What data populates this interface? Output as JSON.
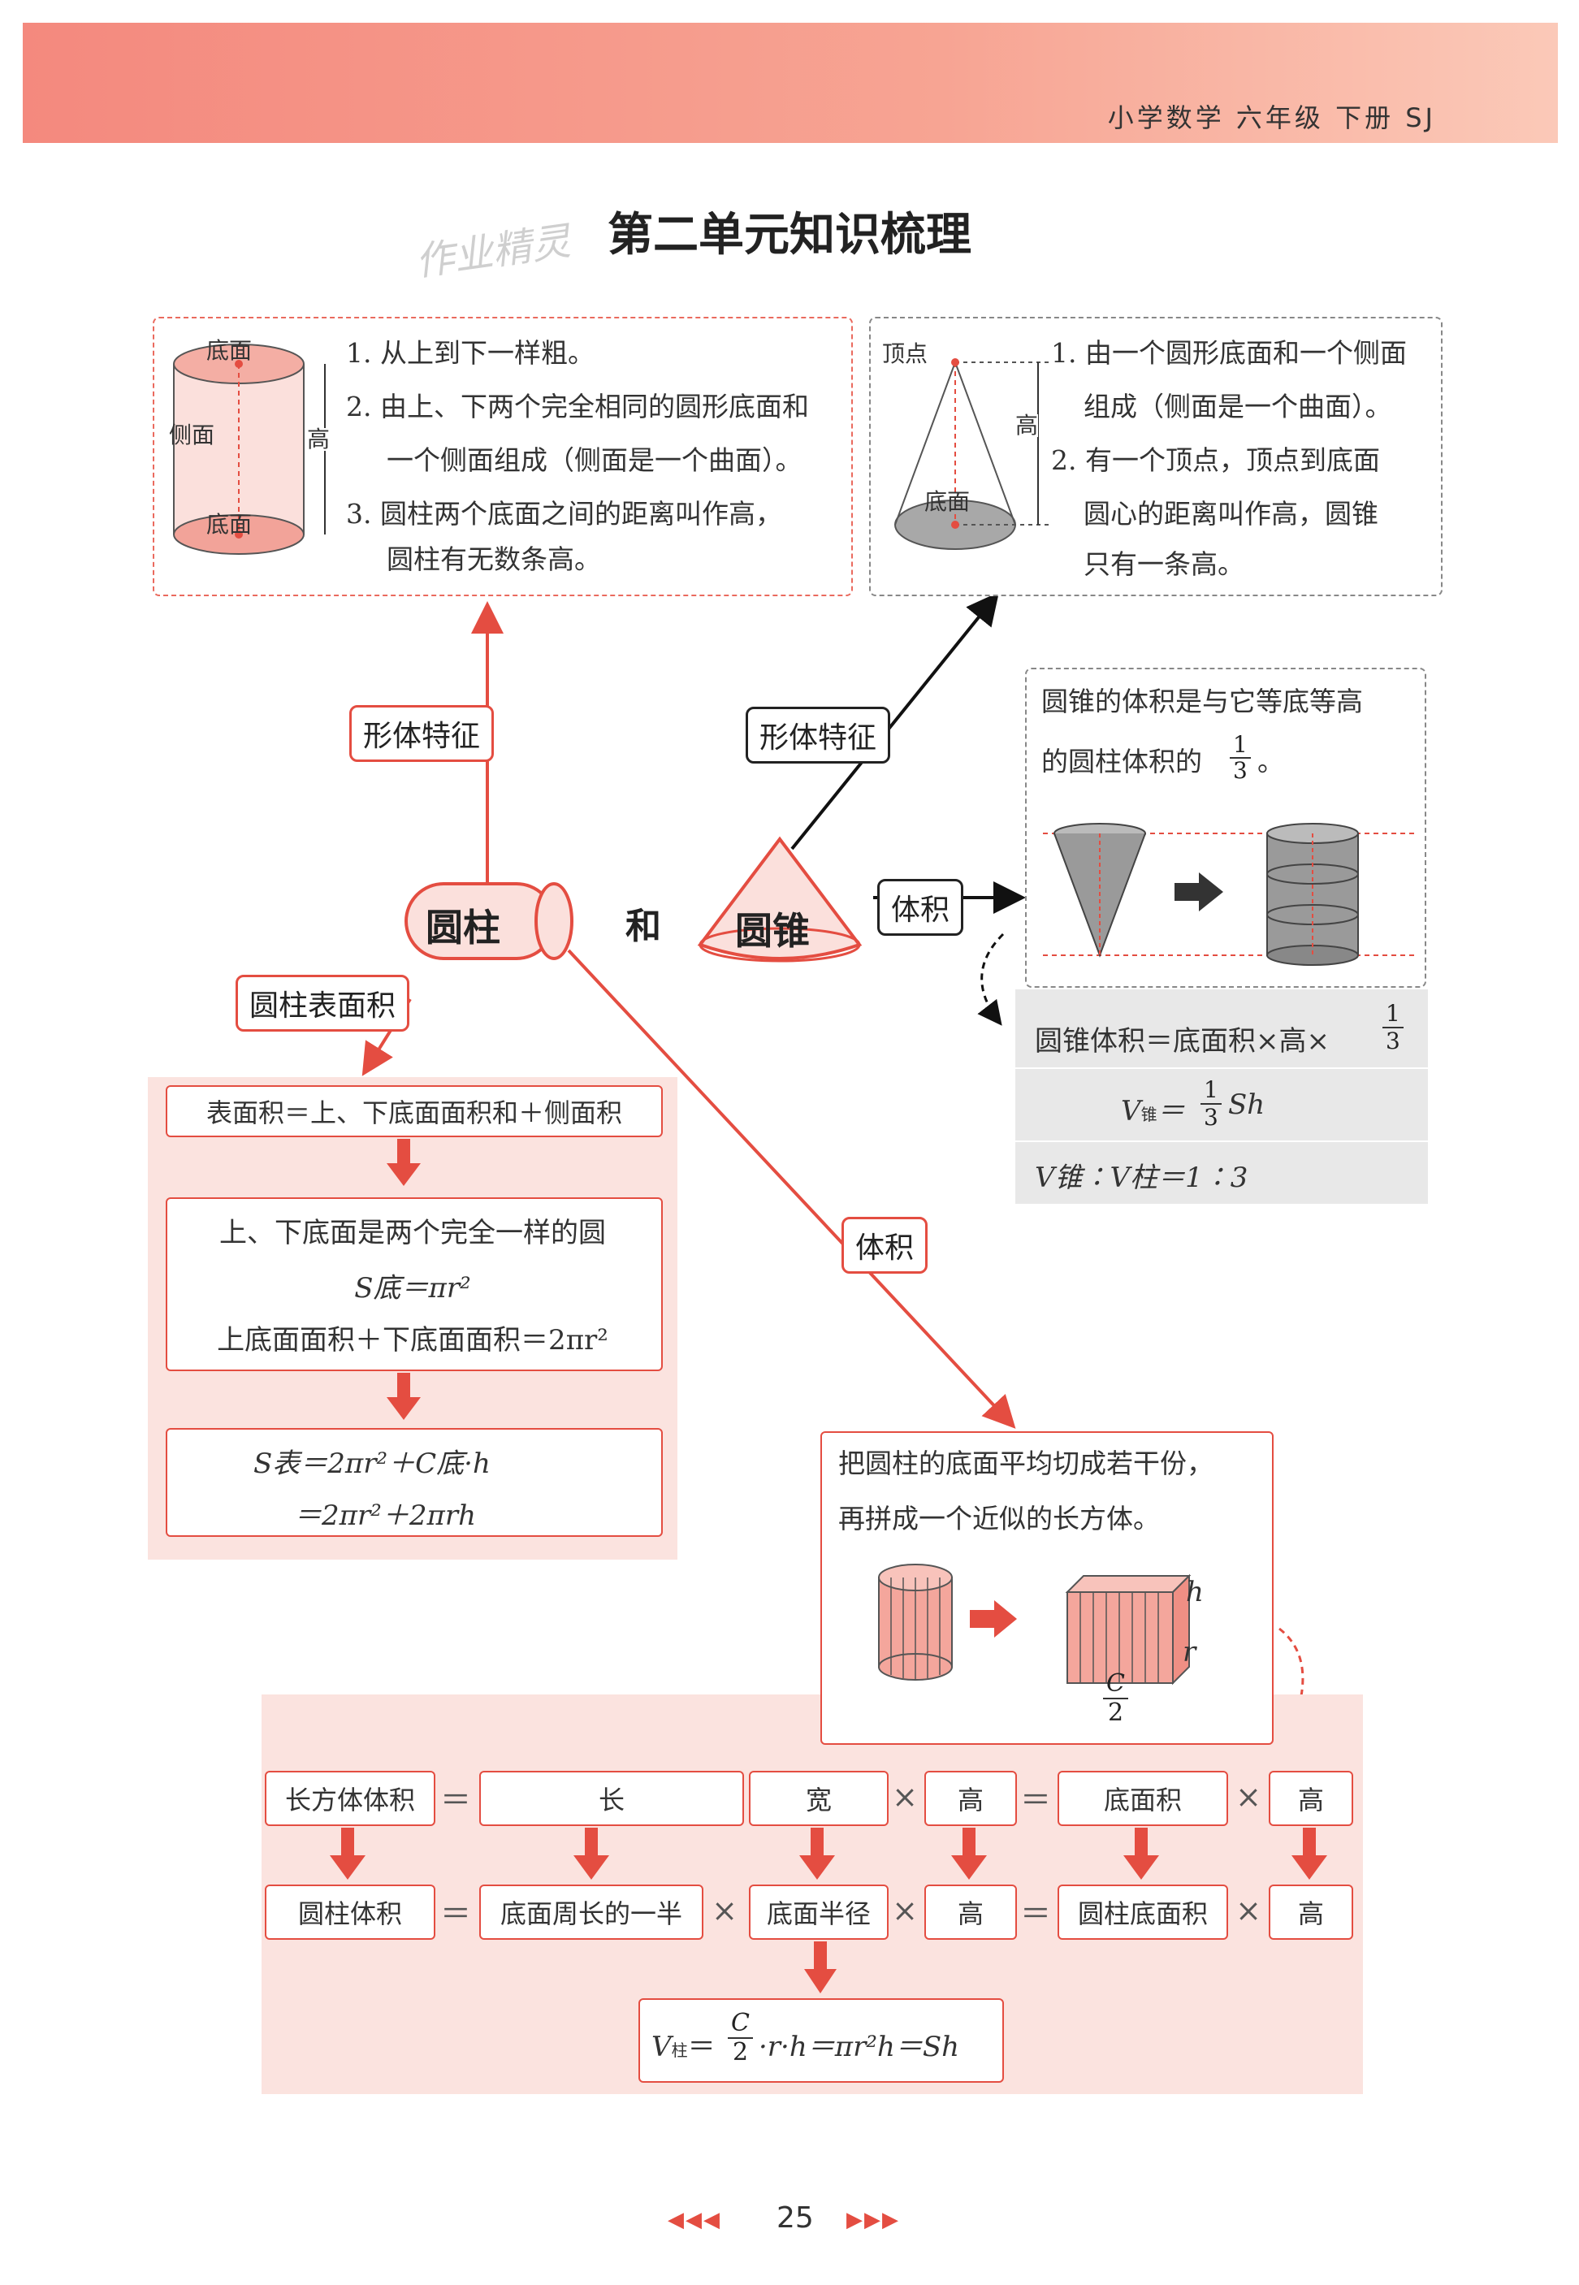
{
  "header": {
    "text": "小学数学  六年级  下册  SJ"
  },
  "title": "第二单元知识梳理",
  "watermark": "作业精灵",
  "cylinder_features": {
    "items": [
      "1. 从上到下一样粗。",
      "2. 由上、下两个完全相同的圆形底面和",
      "一个侧面组成（侧面是一个曲面）。",
      "3. 圆柱两个底面之间的距离叫作高，",
      "圆柱有无数条高。"
    ],
    "fig_labels": {
      "top": "底面",
      "side": "侧面",
      "height": "高",
      "bottom": "底面"
    }
  },
  "cone_features": {
    "items": [
      "1. 由一个圆形底面和一个侧面",
      "组成（侧面是一个曲面）。",
      "2. 有一个顶点，顶点到底面",
      "圆心的距离叫作高，圆锥",
      "只有一条高。"
    ],
    "fig_labels": {
      "apex": "顶点",
      "height": "高",
      "bottom": "底面"
    }
  },
  "labels": {
    "cyl_feature": "形体特征",
    "cone_feature": "形体特征",
    "cylinder": "圆柱",
    "and": "和",
    "cone": "圆锥",
    "cone_volume": "体积",
    "cyl_surface": "圆柱表面积",
    "cyl_volume": "体积"
  },
  "cone_volume": {
    "desc1": "圆锥的体积是与它等底等高",
    "desc2": "的圆柱体积的",
    "f1": "圆锥体积＝底面积×高×",
    "f2_lhs": "V",
    "f2_sub": "锥",
    "f2_rhs": "Sh",
    "f3": "V锥∶V柱＝1∶3",
    "frac_num": "1",
    "frac_den": "3",
    "period": "。"
  },
  "surface": {
    "line1": "表面积＝上、下底面面积和＋侧面积",
    "box2_l1": "上、下底面是两个完全一样的圆",
    "box2_l2": "S底＝πr²",
    "box2_l3": "上底面面积＋下底面面积＝2πr²",
    "box3_l1": "S表＝2πr²＋C底·h",
    "box3_l2": "＝2πr²＋2πrh"
  },
  "cyl_volume": {
    "desc1": "把圆柱的底面平均切成若干份，",
    "desc2": "再拼成一个近似的长方体。",
    "h": "h",
    "r": "r",
    "c_num": "C",
    "c_den": "2"
  },
  "derivation": {
    "row1": [
      "长方体体积",
      "＝",
      "长",
      "×",
      "宽",
      "×",
      "高",
      "＝",
      "底面积",
      "×",
      "高"
    ],
    "row2": [
      "圆柱体积",
      "＝",
      "底面周长的一半",
      "×",
      "底面半径",
      "×",
      "高",
      "＝",
      "圆柱底面积",
      "×",
      "高"
    ],
    "final": "V柱＝C/2·r·h＝πr²h＝Sh",
    "final_parts": {
      "v": "V",
      "sub": "柱",
      "eq": "＝",
      "c": "C",
      "two": "2",
      "rest": "·r·h＝πr²h＝Sh"
    }
  },
  "footer": {
    "page": "25",
    "left_arrows": "◀◀◀",
    "right_arrows": "▶▶▶"
  }
}
